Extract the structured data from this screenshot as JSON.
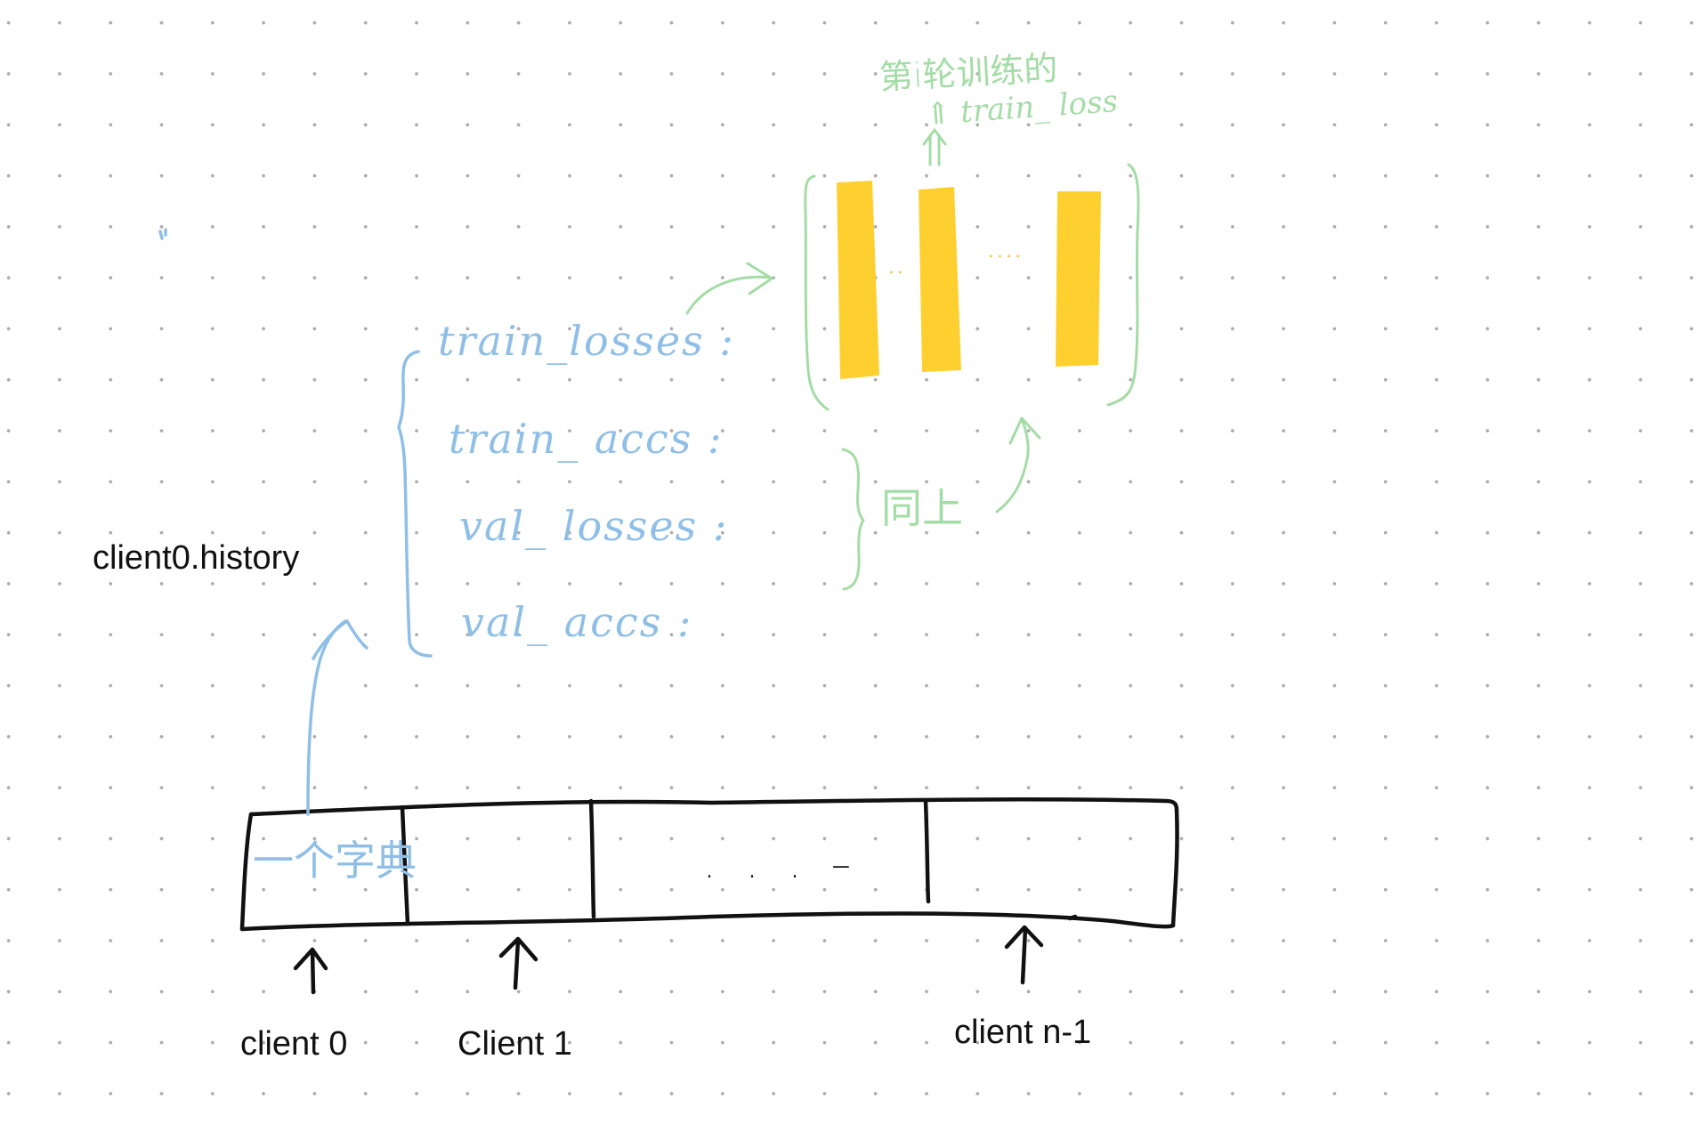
{
  "diagram": {
    "history_label": "client0.history",
    "keys": [
      {
        "label": "train_losses :"
      },
      {
        "label": "train_ accs :"
      },
      {
        "label": "val_ losses :"
      },
      {
        "label": "val_ accs :"
      }
    ],
    "epoch_note": {
      "title": "第i轮训练的",
      "subtitle": "⇑ train_ loss"
    },
    "same_as_above": "同上",
    "array_cell_0_text": "一个字典",
    "array_ellipsis": ". . . –",
    "array_labels": [
      {
        "label": "client 0"
      },
      {
        "label": "Client 1"
      },
      {
        "label": "client n-1"
      }
    ],
    "bar_ellipsis_1": "..",
    "bar_ellipsis_2": "....",
    "colors": {
      "ink_black": "#111111",
      "ink_blue": "#8fbfe6",
      "ink_green": "#a4dca6",
      "bar_yellow": "#fdd030",
      "grid_dot": "#a9a9a9"
    }
  }
}
